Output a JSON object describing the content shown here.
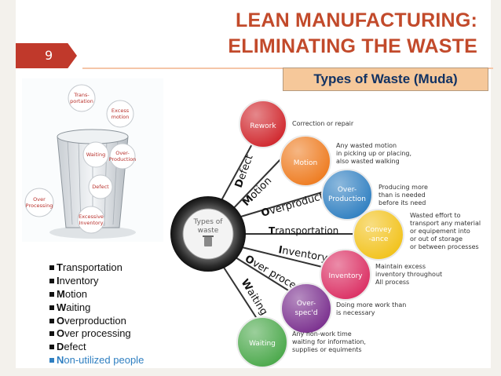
{
  "slide": {
    "number": "9",
    "title_line1": "LEAN MANUFACTURING:",
    "title_line2": "ELIMINATING THE WASTE",
    "subtitle": "Types of Waste (Muda)"
  },
  "bin_illustration": {
    "labels": [
      "Trans-",
      "portation",
      "Excess",
      "motion",
      "Waiting",
      "Over-",
      "Production",
      "Defect",
      "Over",
      "Processing",
      "Excessive",
      "Inventory"
    ]
  },
  "diagram": {
    "center_label_line1": "Types of",
    "center_label_line2": "waste",
    "rays": [
      {
        "lead": "D",
        "rest": "efect"
      },
      {
        "lead": "M",
        "rest": "otion"
      },
      {
        "lead": "O",
        "rest": "verproduction"
      },
      {
        "lead": "T",
        "rest": "ransportation"
      },
      {
        "lead": "I",
        "rest": "nventory"
      },
      {
        "lead": "O",
        "rest": "ver processing"
      },
      {
        "lead": "W",
        "rest": "aiting"
      }
    ],
    "nodes": [
      {
        "label1": "Rework",
        "label2": "",
        "color": "#d0262c",
        "desc": [
          "Correction or repair"
        ]
      },
      {
        "label1": "Motion",
        "label2": "",
        "color": "#ee7b1f",
        "desc": [
          "Any wasted motion",
          "in picking up or placing,",
          "also wasted walking"
        ]
      },
      {
        "label1": "Over-",
        "label2": "Production",
        "color": "#2f7fc1",
        "desc": [
          "Producing more",
          "than is needed",
          "before its need"
        ]
      },
      {
        "label1": "Convey",
        "label2": "-ance",
        "color": "#f2c21a",
        "desc": [
          "Wasted effort to",
          "transport any material",
          "or equipement into",
          "or out of storage",
          "or between processes"
        ]
      },
      {
        "label1": "Inventory",
        "label2": "",
        "color": "#db2f63",
        "desc": [
          "Maintain excess",
          "inventory throughout",
          "All process"
        ]
      },
      {
        "label1": "Over-",
        "label2": "spec'd",
        "color": "#7a2f8e",
        "desc": [
          "Doing more work than",
          "is necessary"
        ]
      },
      {
        "label1": "Waiting",
        "label2": "",
        "color": "#4aa84a",
        "desc": [
          "Any non-work time",
          "waiting for information,",
          "supplies or equiments"
        ]
      }
    ]
  },
  "bullets": [
    {
      "lead": "T",
      "rest": "ransportation"
    },
    {
      "lead": "I",
      "rest": "nventory"
    },
    {
      "lead": "M",
      "rest": "otion"
    },
    {
      "lead": "W",
      "rest": "aiting"
    },
    {
      "lead": "O",
      "rest": "verproduction"
    },
    {
      "lead": "O",
      "rest": "ver processing"
    },
    {
      "lead": "D",
      "rest": "efect"
    },
    {
      "lead": "N",
      "rest": "on-utilized people"
    }
  ]
}
